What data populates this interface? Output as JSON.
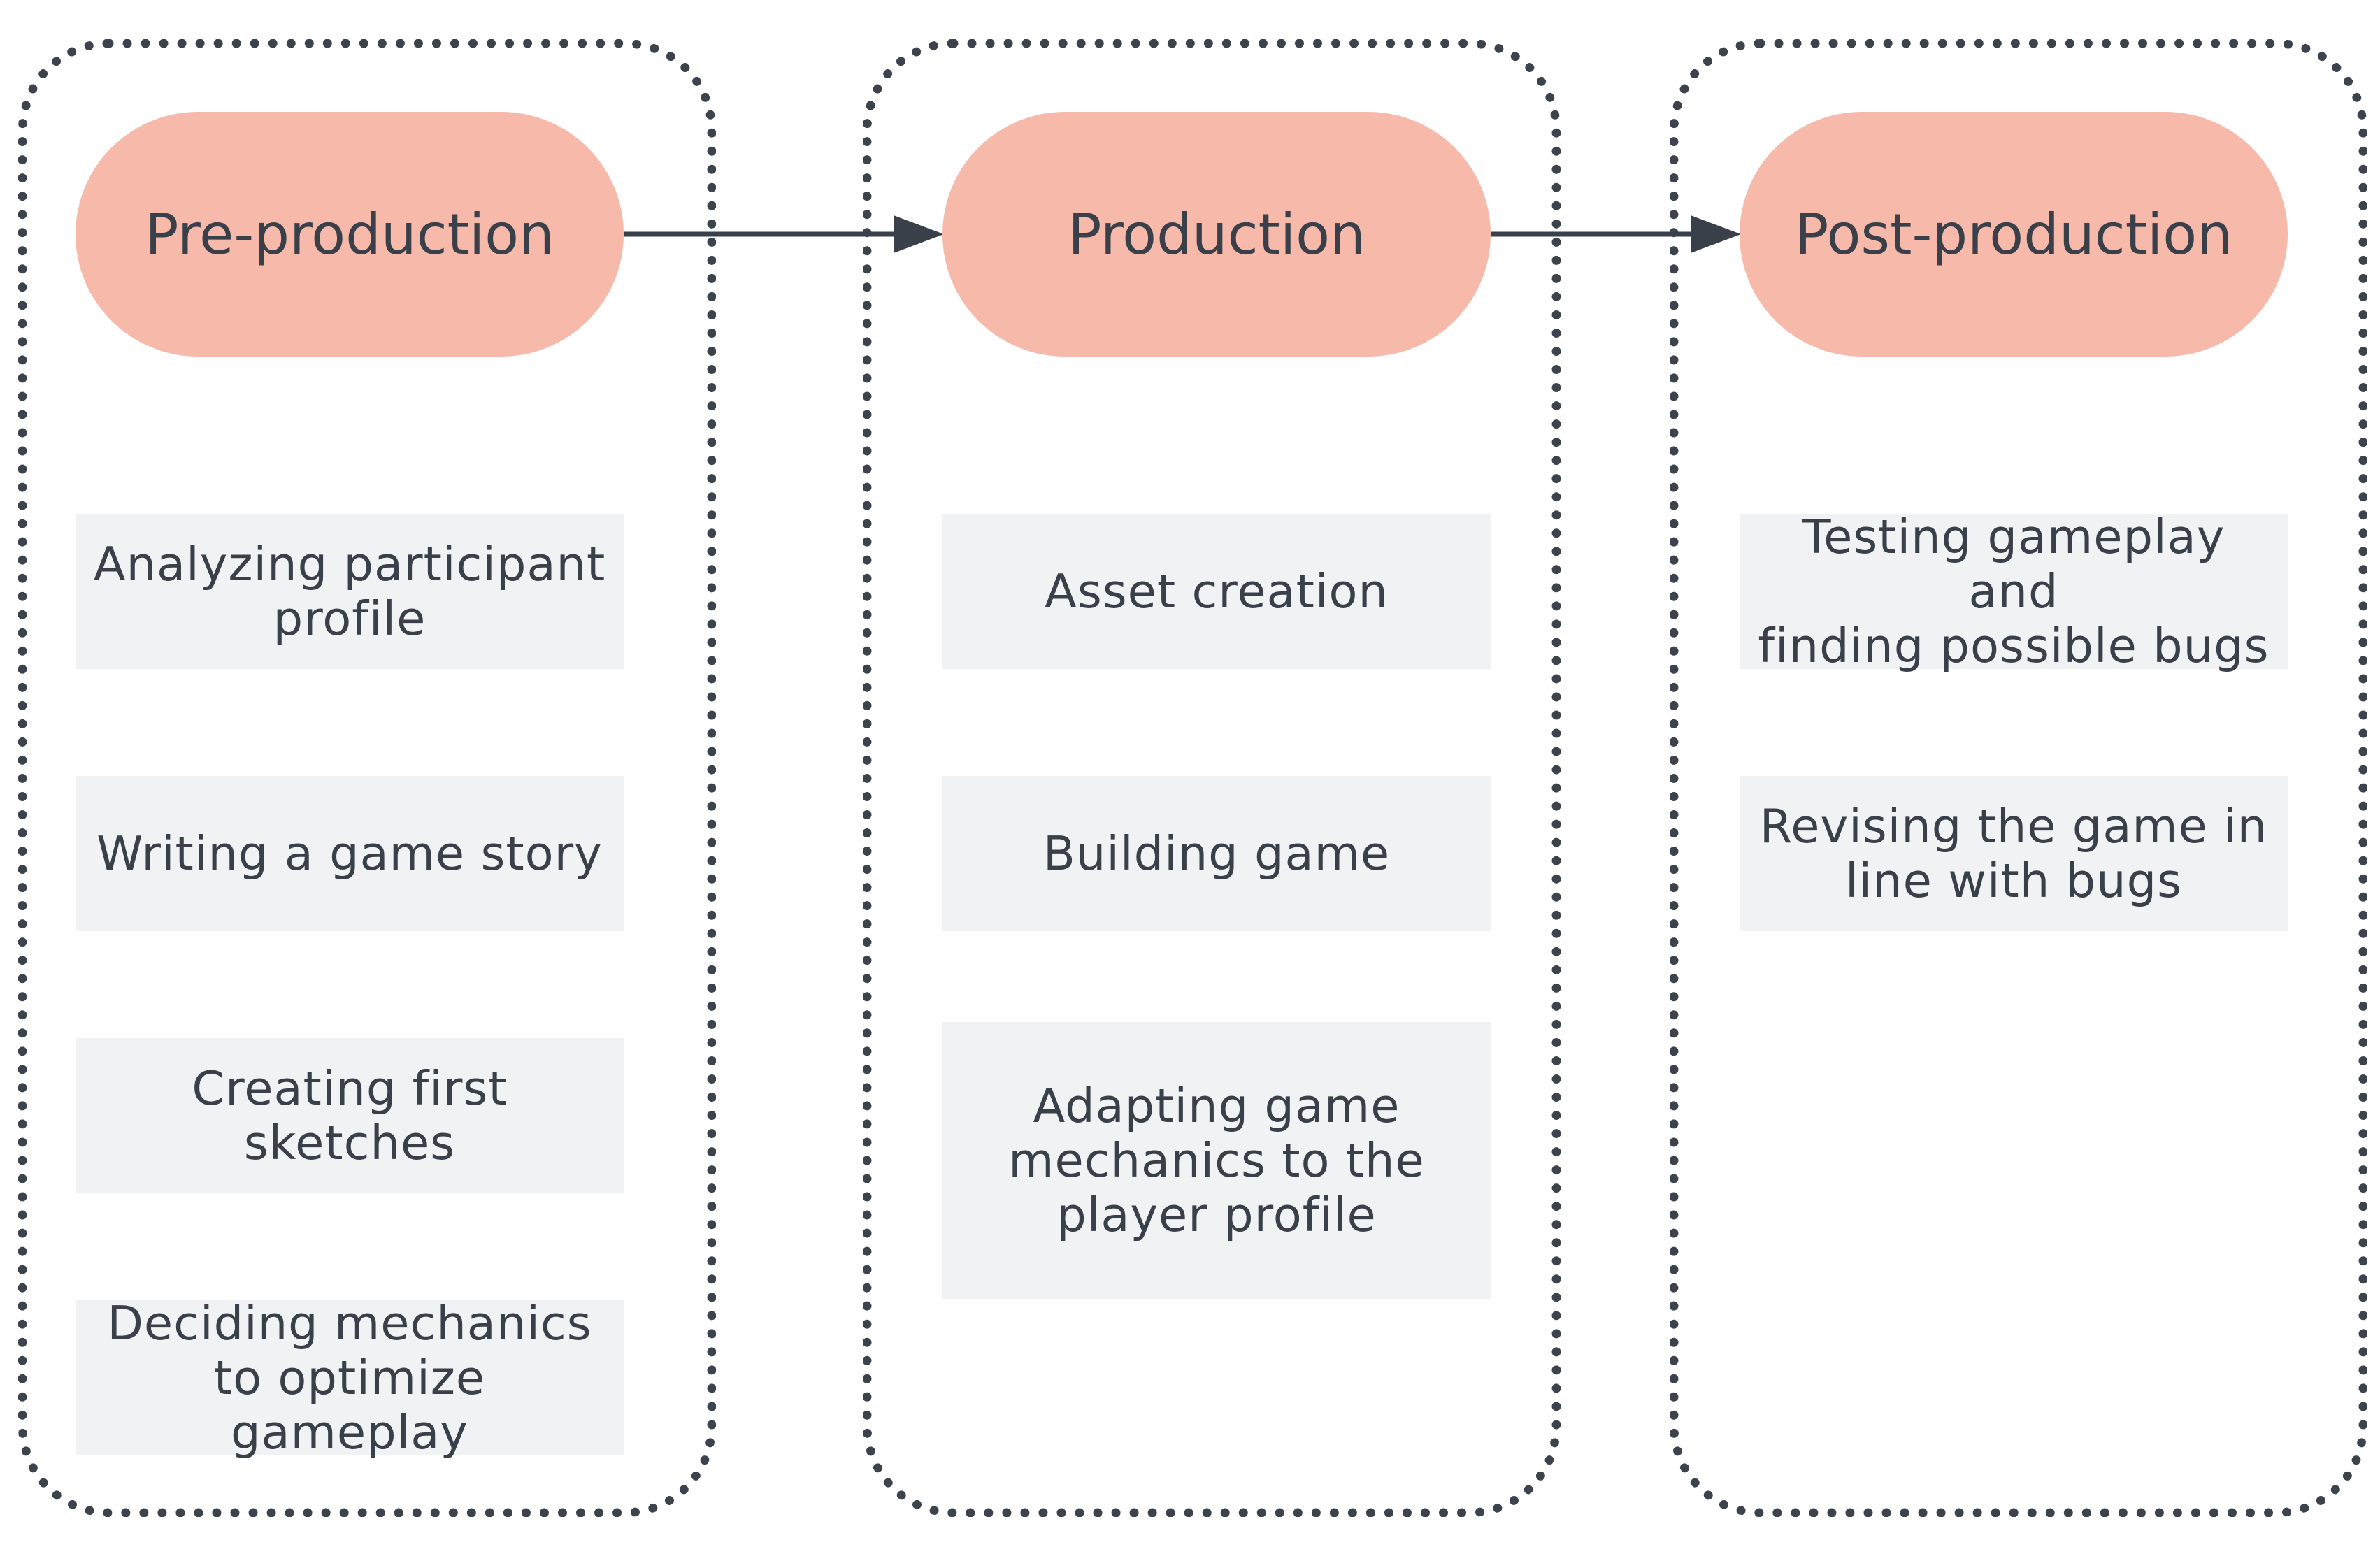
{
  "colors": {
    "stage_fill": "#f6b9aa",
    "task_fill": "#f1f2f4",
    "text": "#3a4049",
    "frame": "#3d434c",
    "arrow": "#3a4049"
  },
  "stages": [
    {
      "label": "Pre-production",
      "tasks": [
        "Analyzing participant\nprofile",
        "Writing a game story",
        "Creating first\nsketches",
        "Deciding mechanics\nto optimize gameplay"
      ]
    },
    {
      "label": "Production",
      "tasks": [
        "Asset creation",
        "Building game",
        "Adapting game\nmechanics to the\nplayer profile"
      ]
    },
    {
      "label": "Post-production",
      "tasks": [
        "Testing gameplay and\nfinding possible bugs",
        "Revising the game in\nline with bugs"
      ]
    }
  ],
  "connections": [
    {
      "from": "Pre-production",
      "to": "Production"
    },
    {
      "from": "Production",
      "to": "Post-production"
    }
  ]
}
